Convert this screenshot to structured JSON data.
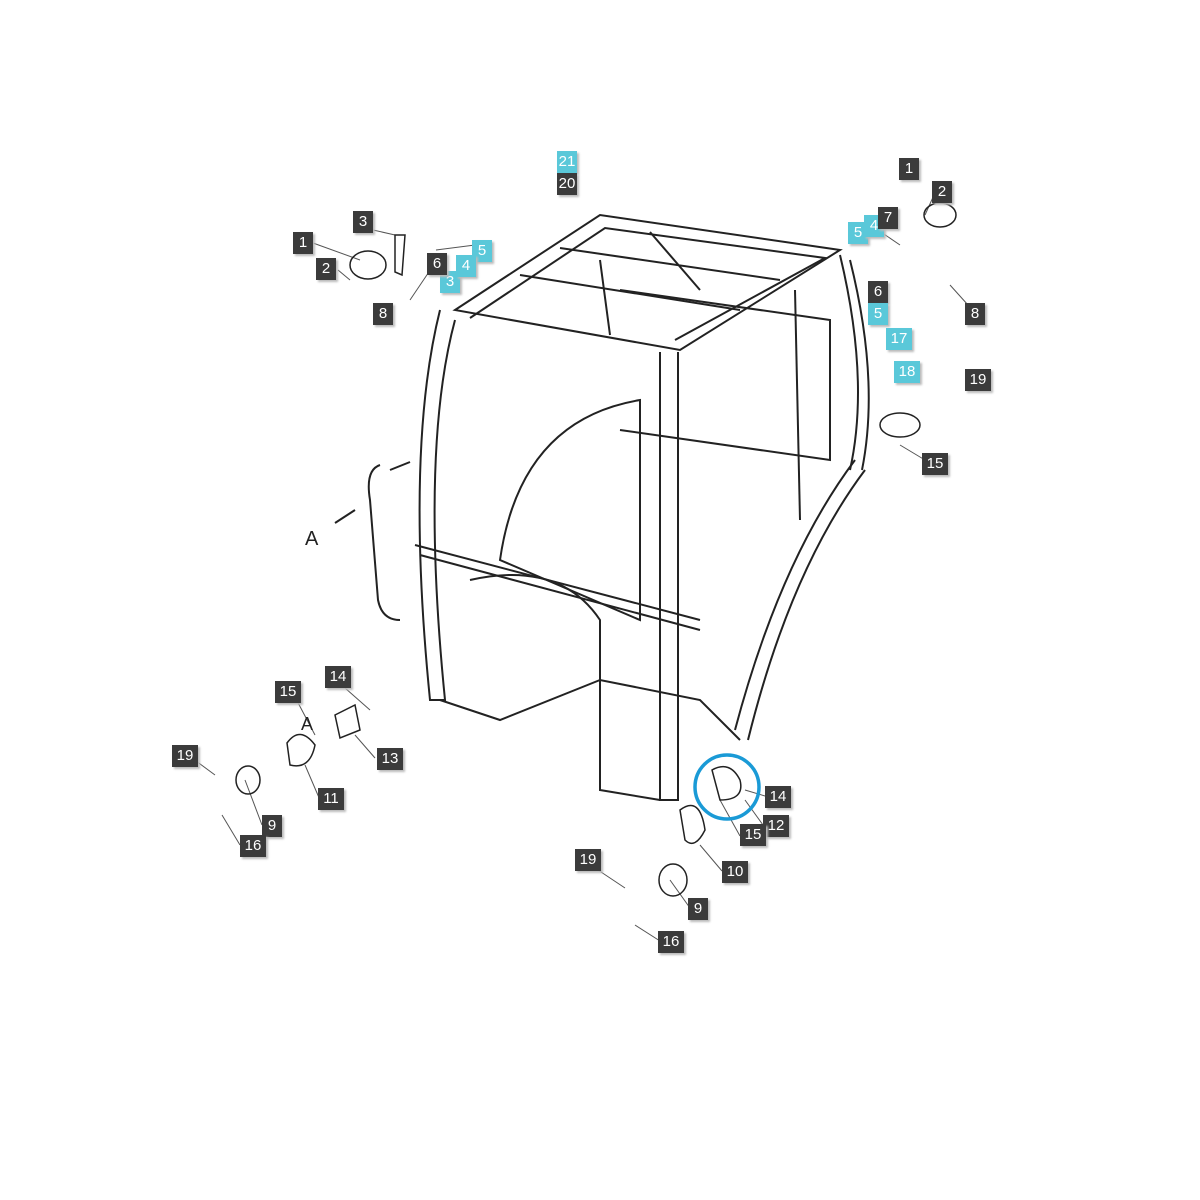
{
  "diagram": {
    "accent_highlight_color": "#1a9ad6",
    "callout_colors": {
      "dark": "#3b3b3b",
      "cyan": "#5ac8d9"
    },
    "section_letter": "A",
    "callouts": [
      {
        "text": "21",
        "style": "cyan"
      },
      {
        "text": "20",
        "style": "dark"
      },
      {
        "text": "1",
        "style": "dark"
      },
      {
        "text": "2",
        "style": "dark"
      },
      {
        "text": "3",
        "style": "dark"
      },
      {
        "text": "5",
        "style": "cyan"
      },
      {
        "text": "6",
        "style": "dark"
      },
      {
        "text": "4",
        "style": "cyan"
      },
      {
        "text": "3",
        "style": "cyan"
      },
      {
        "text": "8",
        "style": "dark"
      },
      {
        "text": "1",
        "style": "dark"
      },
      {
        "text": "2",
        "style": "dark"
      },
      {
        "text": "7",
        "style": "dark"
      },
      {
        "text": "4",
        "style": "cyan"
      },
      {
        "text": "5",
        "style": "cyan"
      },
      {
        "text": "6",
        "style": "dark"
      },
      {
        "text": "5",
        "style": "cyan"
      },
      {
        "text": "17",
        "style": "cyan"
      },
      {
        "text": "8",
        "style": "dark"
      },
      {
        "text": "18",
        "style": "cyan"
      },
      {
        "text": "19",
        "style": "dark"
      },
      {
        "text": "15",
        "style": "dark"
      },
      {
        "text": "14",
        "style": "dark"
      },
      {
        "text": "15",
        "style": "dark"
      },
      {
        "text": "19",
        "style": "dark"
      },
      {
        "text": "13",
        "style": "dark"
      },
      {
        "text": "11",
        "style": "dark"
      },
      {
        "text": "9",
        "style": "dark"
      },
      {
        "text": "16",
        "style": "dark"
      },
      {
        "text": "14",
        "style": "dark"
      },
      {
        "text": "12",
        "style": "dark"
      },
      {
        "text": "15",
        "style": "dark"
      },
      {
        "text": "10",
        "style": "dark"
      },
      {
        "text": "19",
        "style": "dark"
      },
      {
        "text": "9",
        "style": "dark"
      },
      {
        "text": "16",
        "style": "dark"
      }
    ]
  }
}
